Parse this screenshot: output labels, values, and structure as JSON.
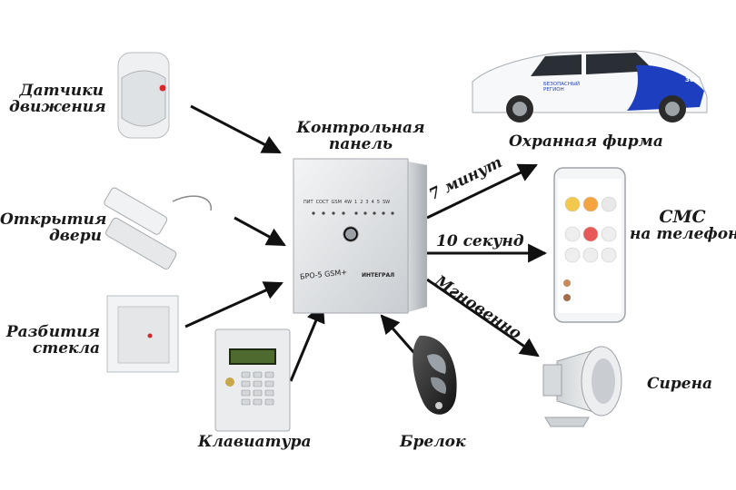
{
  "labels": {
    "motion": [
      "Датчики",
      "движения"
    ],
    "door": [
      "Открытия",
      "двери"
    ],
    "glass": [
      "Разбития",
      "стекла"
    ],
    "panel": [
      "Контрольная",
      "панель"
    ],
    "keypad": "Клавиатура",
    "keyfob": "Брелок",
    "security": "Охранная фирма",
    "sms": [
      "СМС",
      "на телефон"
    ],
    "siren": "Сирена"
  },
  "arrows": {
    "to_security": "7 минут",
    "to_sms": "10 секунд",
    "to_siren": "Мгновенно"
  },
  "device": {
    "panel_model": "БРО-5 GSM+",
    "panel_brand": "ИНТЕГРАЛ",
    "panel_leds": [
      "ПИТ",
      "СОСТ",
      "GSM",
      "4W",
      "1",
      "2",
      "3",
      "4",
      "5",
      "SW"
    ],
    "car_brand": [
      "БЕЗОПАСНЫЙ",
      "РЕГИОН"
    ],
    "car_number": "303"
  },
  "colors": {
    "arrow": "#111111",
    "car_accent": "#1d3fbf",
    "led_red": "#d9262b"
  }
}
